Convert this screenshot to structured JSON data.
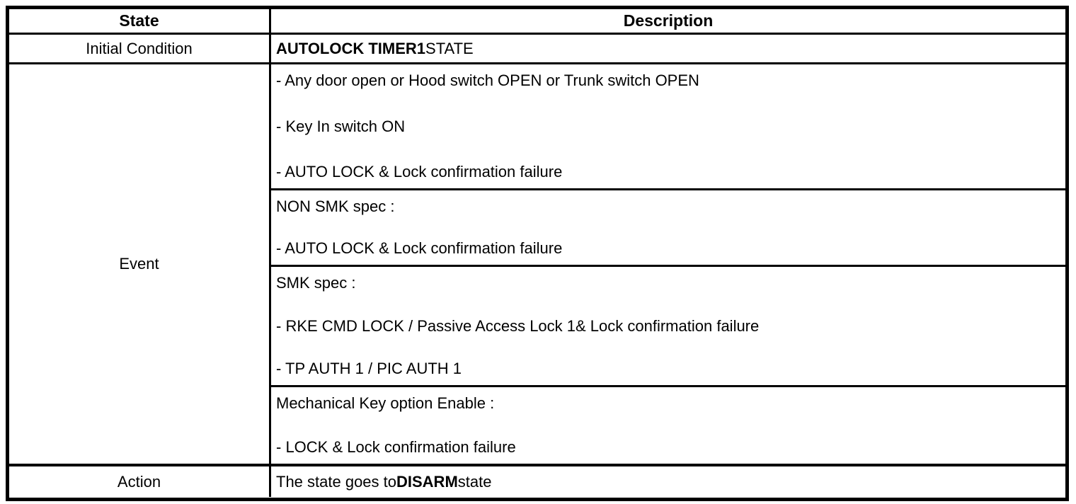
{
  "table": {
    "header": {
      "state_label": "State",
      "description_label": "Description"
    },
    "rows": {
      "initial_condition": {
        "label": "Initial Condition",
        "value_bold": "AUTOLOCK TIMER1",
        "value_regular": "STATE"
      },
      "event": {
        "label": "Event",
        "groups": [
          {
            "lines": [
              "- Any door open or Hood switch OPEN or Trunk switch OPEN",
              "- Key In switch ON",
              "- AUTO LOCK & Lock confirmation failure"
            ]
          },
          {
            "lines": [
              "NON SMK spec :",
              "- AUTO LOCK & Lock confirmation failure"
            ]
          },
          {
            "lines": [
              "SMK spec :",
              "- RKE CMD LOCK / Passive Access Lock 1& Lock confirmation failure",
              "- TP AUTH 1 / PIC AUTH 1"
            ]
          },
          {
            "lines": [
              "Mechanical Key option Enable :",
              "- LOCK & Lock confirmation failure"
            ]
          }
        ]
      },
      "action": {
        "label": "Action",
        "value_prefix": "The state goes to",
        "value_bold": "DISARM",
        "value_suffix": "state"
      }
    },
    "colors": {
      "border": "#000000",
      "text": "#000000",
      "background": "#ffffff"
    }
  }
}
